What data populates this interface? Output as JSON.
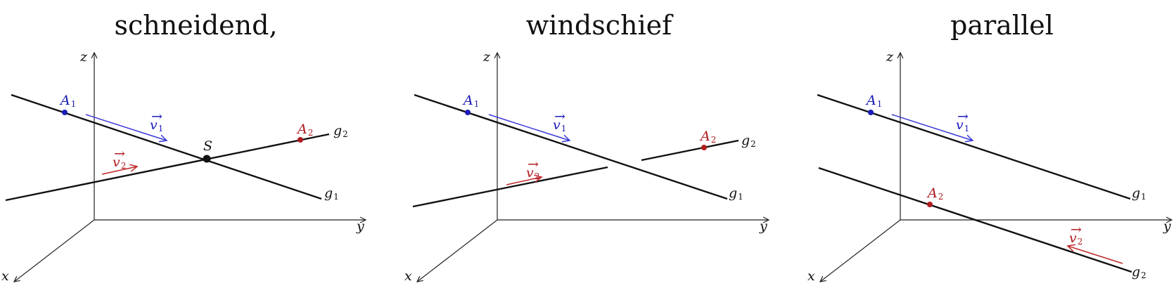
{
  "panels": [
    {
      "title": "schneidend,",
      "axes": {
        "x": "x",
        "y": "y",
        "z": "z"
      },
      "labels": {
        "A1": "A",
        "A2": "A",
        "S": "S",
        "v1": "v",
        "v2": "v",
        "g1": "g",
        "g2": "g"
      },
      "subs": {
        "one": "1",
        "two": "2"
      }
    },
    {
      "title": "windschief",
      "axes": {
        "x": "x",
        "y": "y",
        "z": "z"
      },
      "labels": {
        "A1": "A",
        "A2": "A",
        "v1": "v",
        "v2": "v",
        "g1": "g",
        "g2": "g"
      },
      "subs": {
        "one": "1",
        "two": "2"
      }
    },
    {
      "title": "parallel",
      "axes": {
        "x": "x",
        "y": "y",
        "z": "z"
      },
      "labels": {
        "A1": "A",
        "A2": "A",
        "v1": "v",
        "v2": "v",
        "g1": "g",
        "g2": "g"
      },
      "subs": {
        "one": "1",
        "two": "2"
      }
    }
  ],
  "colors": {
    "line": "#111111",
    "vector_blue": "#3a3ad8",
    "vector_red": "#c0282c",
    "point_blue": "#1d1db8",
    "point_red": "#b01c20"
  }
}
